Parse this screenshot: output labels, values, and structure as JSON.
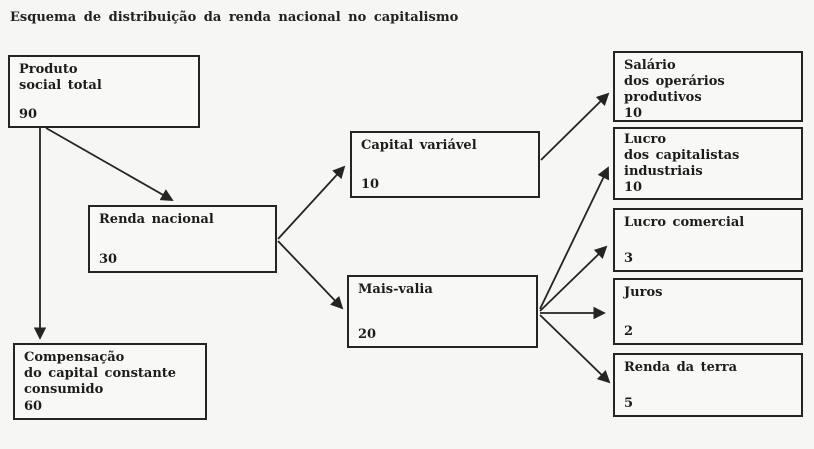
{
  "title": "Esquema de distribuição da renda nacional no capitalismo",
  "diagram": {
    "type": "flowchart",
    "nodes": {
      "produto_social_total": {
        "label": "Produto\nsocial total",
        "value": "90"
      },
      "renda_nacional": {
        "label": "Renda nacional",
        "value": "30"
      },
      "compensacao": {
        "label": "Compensação\ndo capital constante\nconsumido",
        "value": "60"
      },
      "capital_variavel": {
        "label": "Capital variável",
        "value": "10"
      },
      "mais_valia": {
        "label": "Mais-valia",
        "value": "20"
      },
      "salario": {
        "label": "Salário\ndos operários produtivos",
        "value": "10"
      },
      "lucro_industrial": {
        "label": "Lucro\ndos capitalistas\nindustriais",
        "value": "10"
      },
      "lucro_comercial": {
        "label": "Lucro comercial",
        "value": "3"
      },
      "juros": {
        "label": "Juros",
        "value": "2"
      },
      "renda_da_terra": {
        "label": "Renda da terra",
        "value": "5"
      }
    },
    "edges": [
      {
        "from": "produto_social_total",
        "to": "renda_nacional"
      },
      {
        "from": "produto_social_total",
        "to": "compensacao"
      },
      {
        "from": "renda_nacional",
        "to": "capital_variavel"
      },
      {
        "from": "renda_nacional",
        "to": "mais_valia"
      },
      {
        "from": "capital_variavel",
        "to": "salario"
      },
      {
        "from": "mais_valia",
        "to": "lucro_industrial"
      },
      {
        "from": "mais_valia",
        "to": "lucro_comercial"
      },
      {
        "from": "mais_valia",
        "to": "juros"
      },
      {
        "from": "mais_valia",
        "to": "renda_da_terra"
      }
    ],
    "colors": {
      "ink": "#242424",
      "paper": "#f6f6f4"
    }
  }
}
